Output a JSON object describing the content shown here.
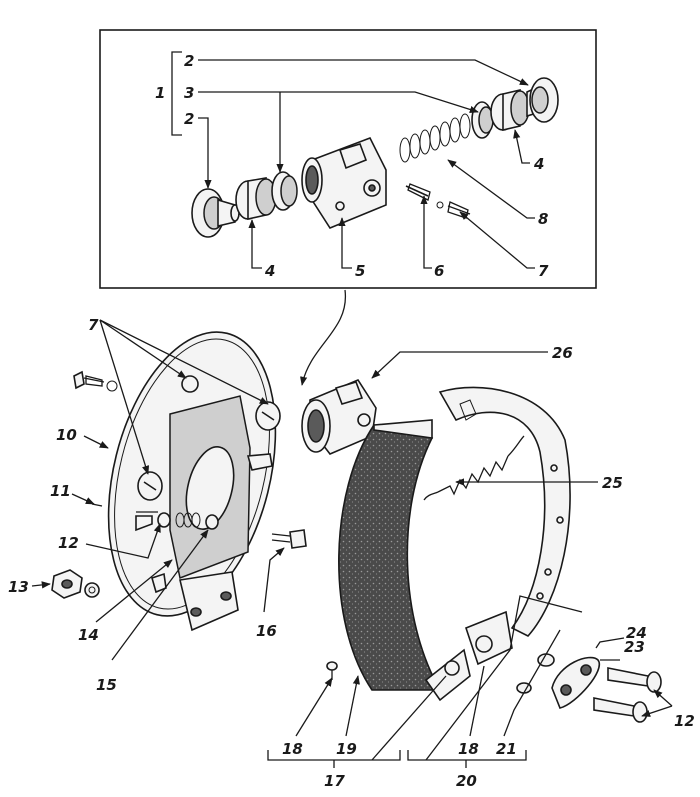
{
  "labels": {
    "l1": "1",
    "l2a": "2",
    "l2b": "2",
    "l3": "3",
    "l4a": "4",
    "l4b": "4",
    "l5": "5",
    "l6": "6",
    "l7a": "7",
    "l7b": "7",
    "l8": "8",
    "l10": "10",
    "l11": "11",
    "l12a": "12",
    "l12b": "12",
    "l13": "13",
    "l14": "14",
    "l15": "15",
    "l16": "16",
    "l17": "17",
    "l18a": "18",
    "l18b": "18",
    "l19": "19",
    "l20": "20",
    "l21": "21",
    "l23": "23",
    "l24": "24",
    "l25": "25",
    "l26": "26"
  },
  "colors": {
    "ink": "#1a1a1a",
    "paper": "#ffffff",
    "lining": "#5a5a5a"
  }
}
